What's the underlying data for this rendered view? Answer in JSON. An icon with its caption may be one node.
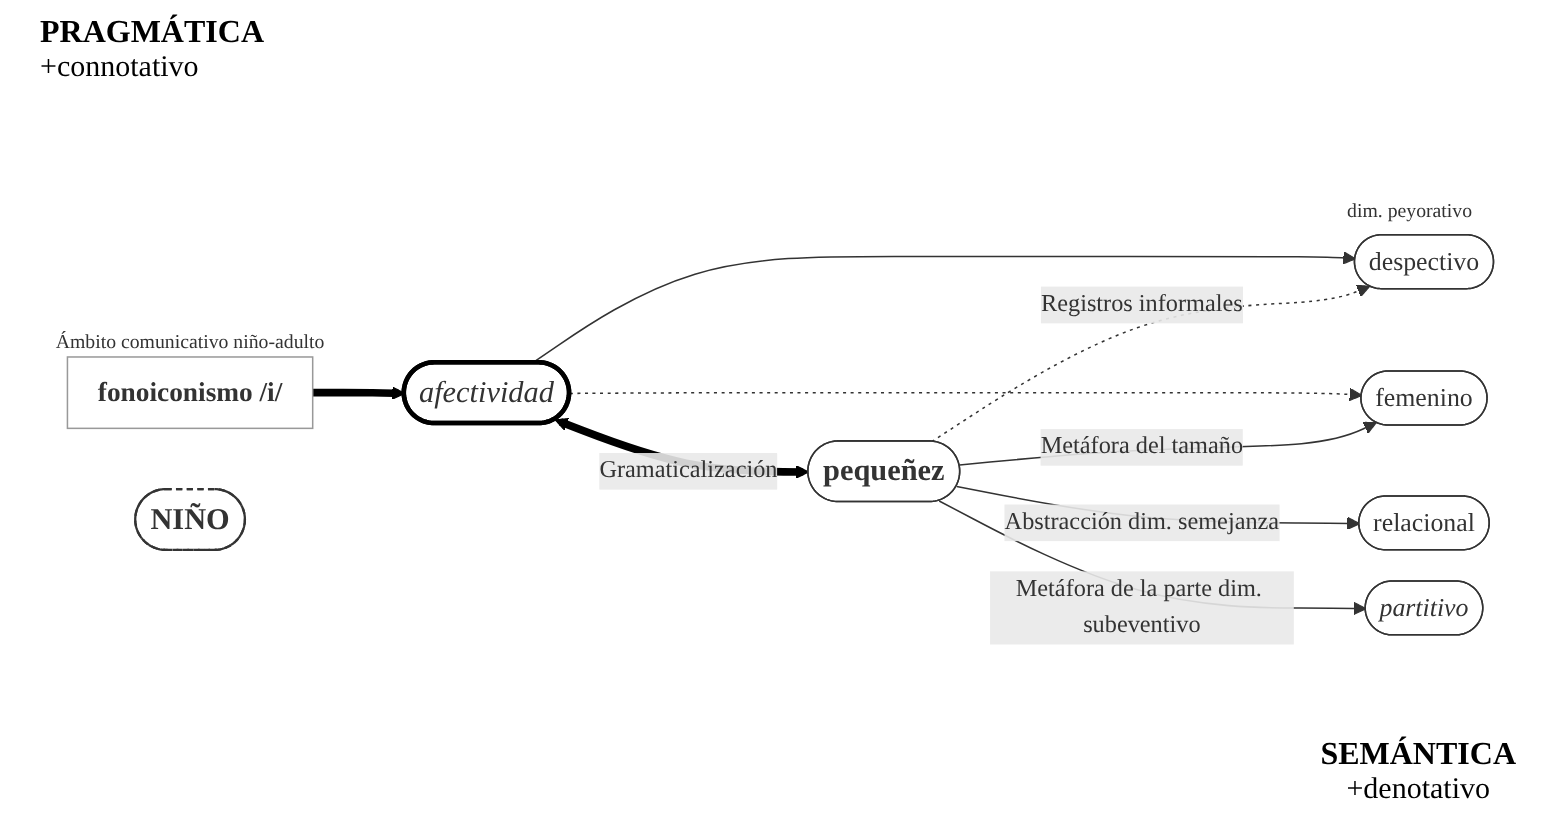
{
  "diagram": {
    "nodes": [
      {
        "text": [
          "NIÑO"
        ]
      },
      {
        "text": [
          "fonoiconismo /i/"
        ],
        "beside": [
          "Ámbito comunicativo niño-adulto"
        ]
      },
      {
        "text": [
          "afectividad"
        ]
      },
      {
        "text": [
          "despectivo"
        ],
        "beside": [
          "dim. peyorativo"
        ]
      },
      {
        "text": [
          "pequeñez"
        ]
      },
      {
        "text": [
          "femenino"
        ]
      },
      {
        "text": [
          "relacional"
        ]
      },
      {
        "text": [
          "partitivo"
        ]
      }
    ],
    "edges": [
      {
        "from": 1,
        "to": 2,
        "arrow": "to",
        "style": "thick"
      },
      {
        "from": 2,
        "to": 3,
        "arrow": "to"
      },
      {
        "from": 2,
        "to": 4,
        "arrow": "both",
        "style": "thick",
        "label": "Gramaticalización"
      },
      {
        "from": 2,
        "to": 5,
        "arrow": "to",
        "style": "dashed"
      },
      {
        "from": 4,
        "to": 3,
        "arrow": "to",
        "style": "dashed",
        "label": "Registros informales"
      },
      {
        "from": 4,
        "to": 5,
        "arrow": "to",
        "label": "Metáfora del tamaño"
      },
      {
        "from": 4,
        "to": 6,
        "arrow": "to",
        "label": "Abstracción dim. semejanza"
      },
      {
        "from": 4,
        "to": 7,
        "arrow": "to",
        "label": "Metáfora de la parte dim. subeventivo"
      }
    ],
    "labels": [
      "PRAGMÁTICA",
      "+connotativo",
      "SEMÁNTICA",
      "+denotativo"
    ]
  }
}
